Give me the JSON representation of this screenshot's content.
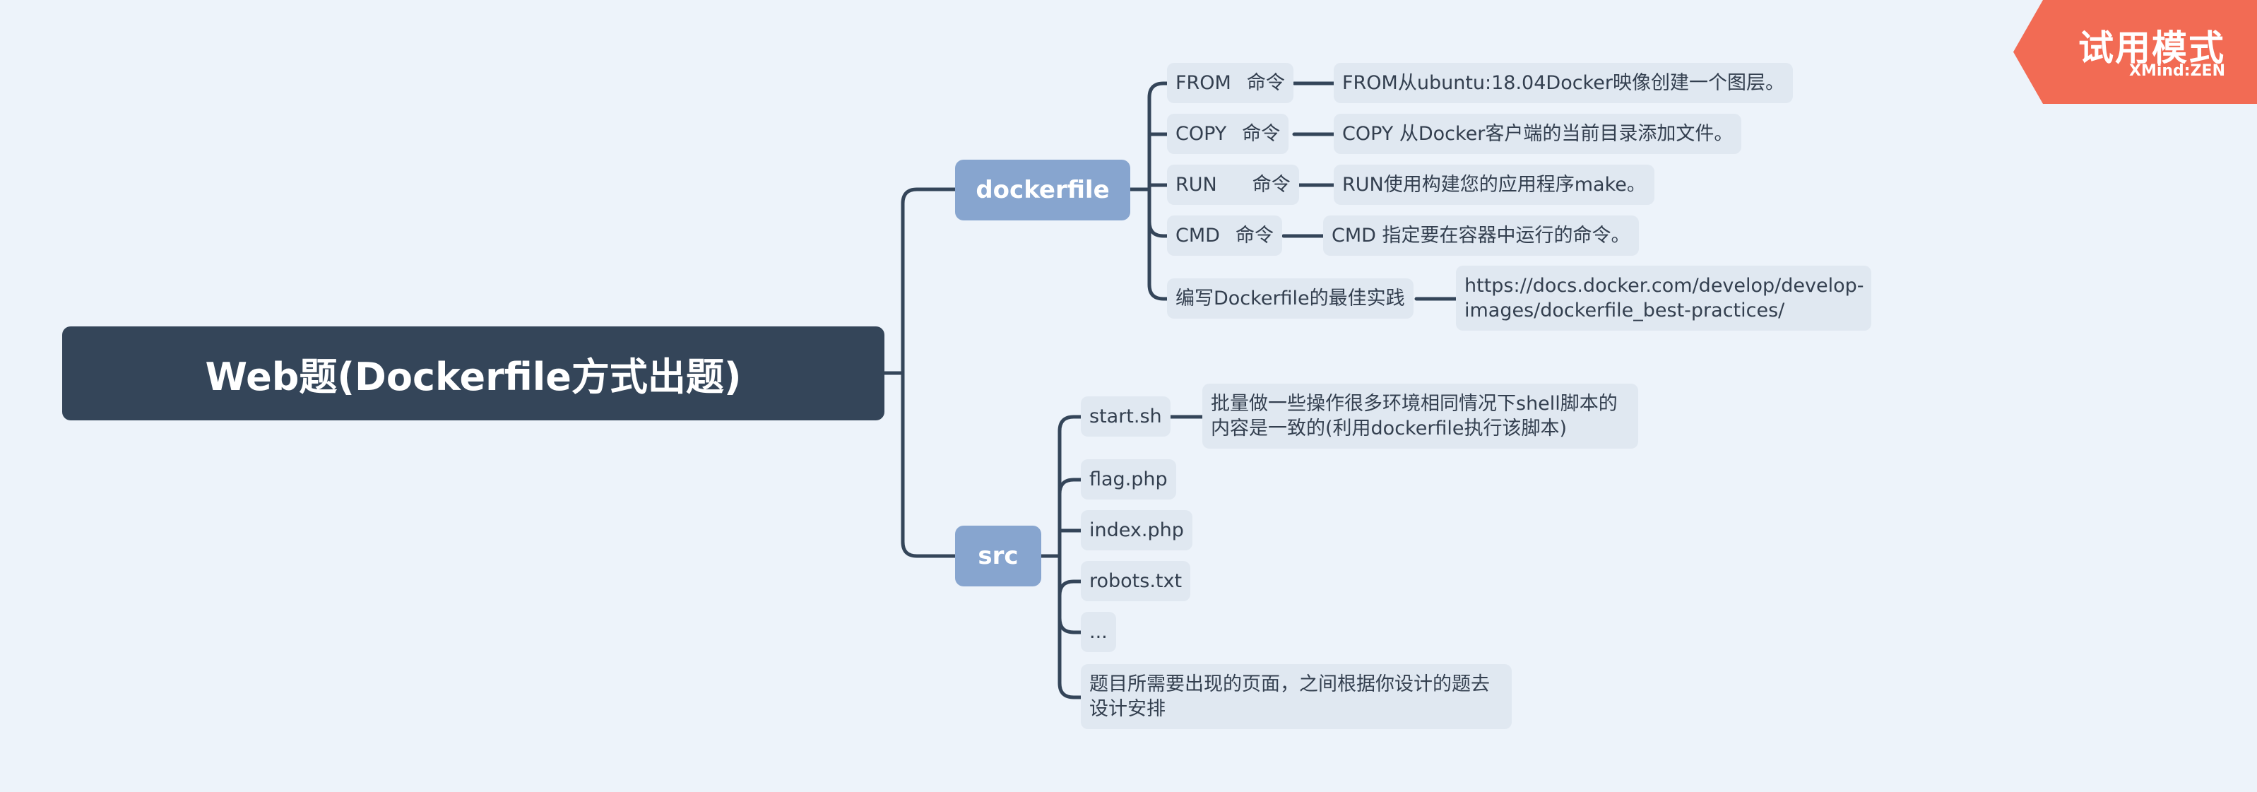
{
  "root": {
    "label": "Web题(Dockerfile方式出题)"
  },
  "dockerfile": {
    "label": "dockerfile",
    "items": [
      {
        "key": "FROM",
        "cmd": "命令",
        "desc": "FROM从ubuntu:18.04Docker映像创建一个图层。"
      },
      {
        "key": "COPY",
        "cmd": "命令",
        "desc": "COPY 从Docker客户端的当前目录添加文件。"
      },
      {
        "key": "RUN",
        "cmd": "命令",
        "desc": "RUN使用构建您的应用程序make。"
      },
      {
        "key": "CMD",
        "cmd": "命令",
        "desc": "CMD 指定要在容器中运行的命令。"
      }
    ],
    "best_practice": {
      "label": "编写Dockerfile的最佳实践",
      "url_line1": "https://docs.docker.com/develop/develop-",
      "url_line2": "images/dockerfile_best-practices/"
    }
  },
  "src": {
    "label": "src",
    "start_sh": {
      "label": "start.sh",
      "desc_line1": "批量做一些操作很多环境相同情况下shell脚本的",
      "desc_line2": "内容是一致的(利用dockerfile执行该脚本)"
    },
    "files": [
      "flag.php",
      "index.php",
      "robots.txt",
      "..."
    ],
    "note_line1": "题目所需要出现的页面，之间根据你设计的题去",
    "note_line2": "设计安排"
  },
  "trial_badge": {
    "title": "试用模式",
    "brand": "XMind:ZEN"
  },
  "colors": {
    "background": "#edf3fa",
    "root_fill": "#344559",
    "main_fill": "#87a5cf",
    "leaf_fill": "#e0e8f1",
    "line": "#344559",
    "badge": "#f26b54"
  }
}
